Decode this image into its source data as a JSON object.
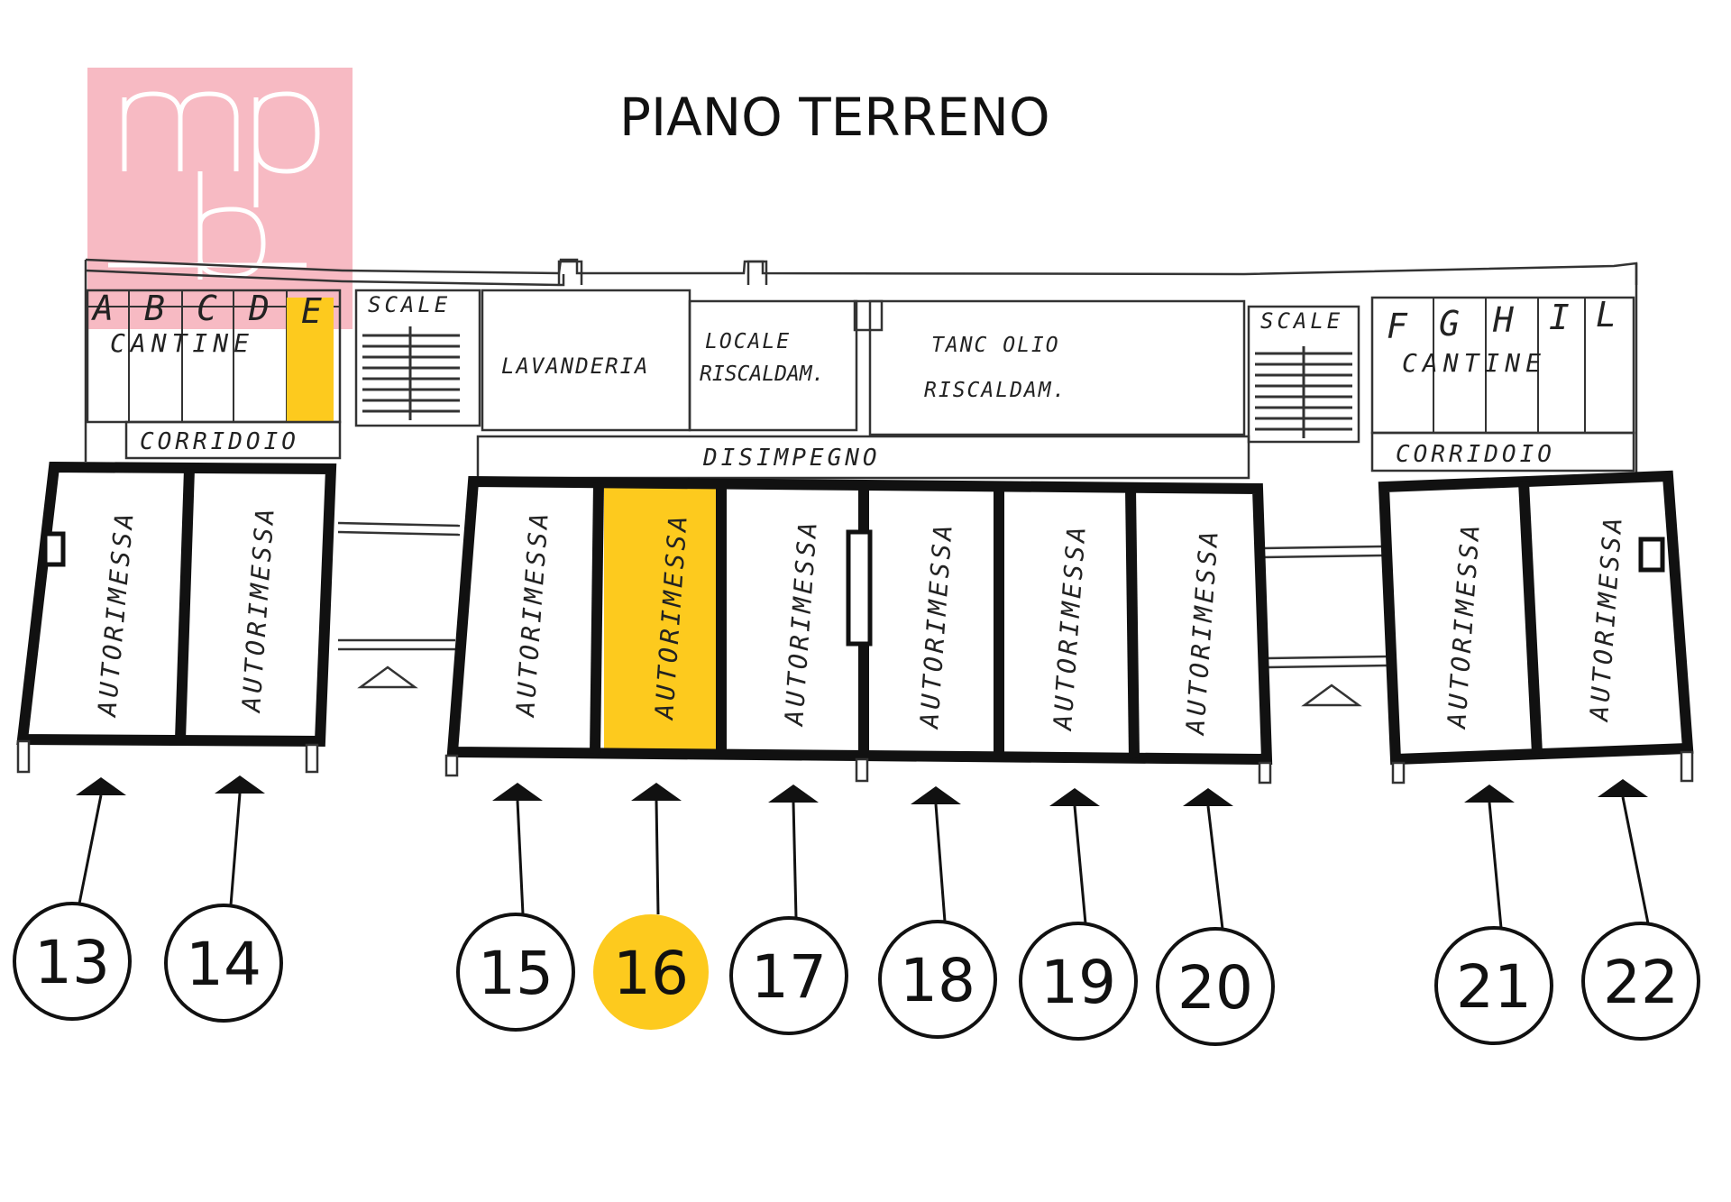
{
  "title": "PIANO TERRENO",
  "logo": {
    "text": "mpb",
    "color": "#f4a0ac"
  },
  "colors": {
    "highlight": "#fdca1e",
    "line": "#111111"
  },
  "left_block": {
    "cellar_letters": [
      "A",
      "B",
      "C",
      "D",
      "E"
    ],
    "cellar_label": "CANTINE",
    "corridor_label": "CORRIDOIO",
    "stairs_label": "SCALE"
  },
  "right_block": {
    "cellar_letters": [
      "F",
      "G",
      "H",
      "I",
      "L"
    ],
    "cellar_label": "CANTINE",
    "corridor_label": "CORRIDOIO",
    "stairs_label": "SCALE"
  },
  "service_rooms": {
    "laundry": "LAVANDERIA",
    "heating_room_1": "LOCALE",
    "heating_room_2": "RISCALDAM.",
    "tank_1": "TANC  OLIO",
    "tank_2": "RISCALDAM."
  },
  "corridor_center": "DISIMPEGNO",
  "garage_label": "AUTORIMESSA",
  "garages": [
    {
      "number": "13",
      "highlighted": false
    },
    {
      "number": "14",
      "highlighted": false
    },
    {
      "number": "15",
      "highlighted": false
    },
    {
      "number": "16",
      "highlighted": true
    },
    {
      "number": "17",
      "highlighted": false
    },
    {
      "number": "18",
      "highlighted": false
    },
    {
      "number": "19",
      "highlighted": false
    },
    {
      "number": "20",
      "highlighted": false
    },
    {
      "number": "21",
      "highlighted": false
    },
    {
      "number": "22",
      "highlighted": false
    }
  ],
  "highlighted_cellar": "E"
}
